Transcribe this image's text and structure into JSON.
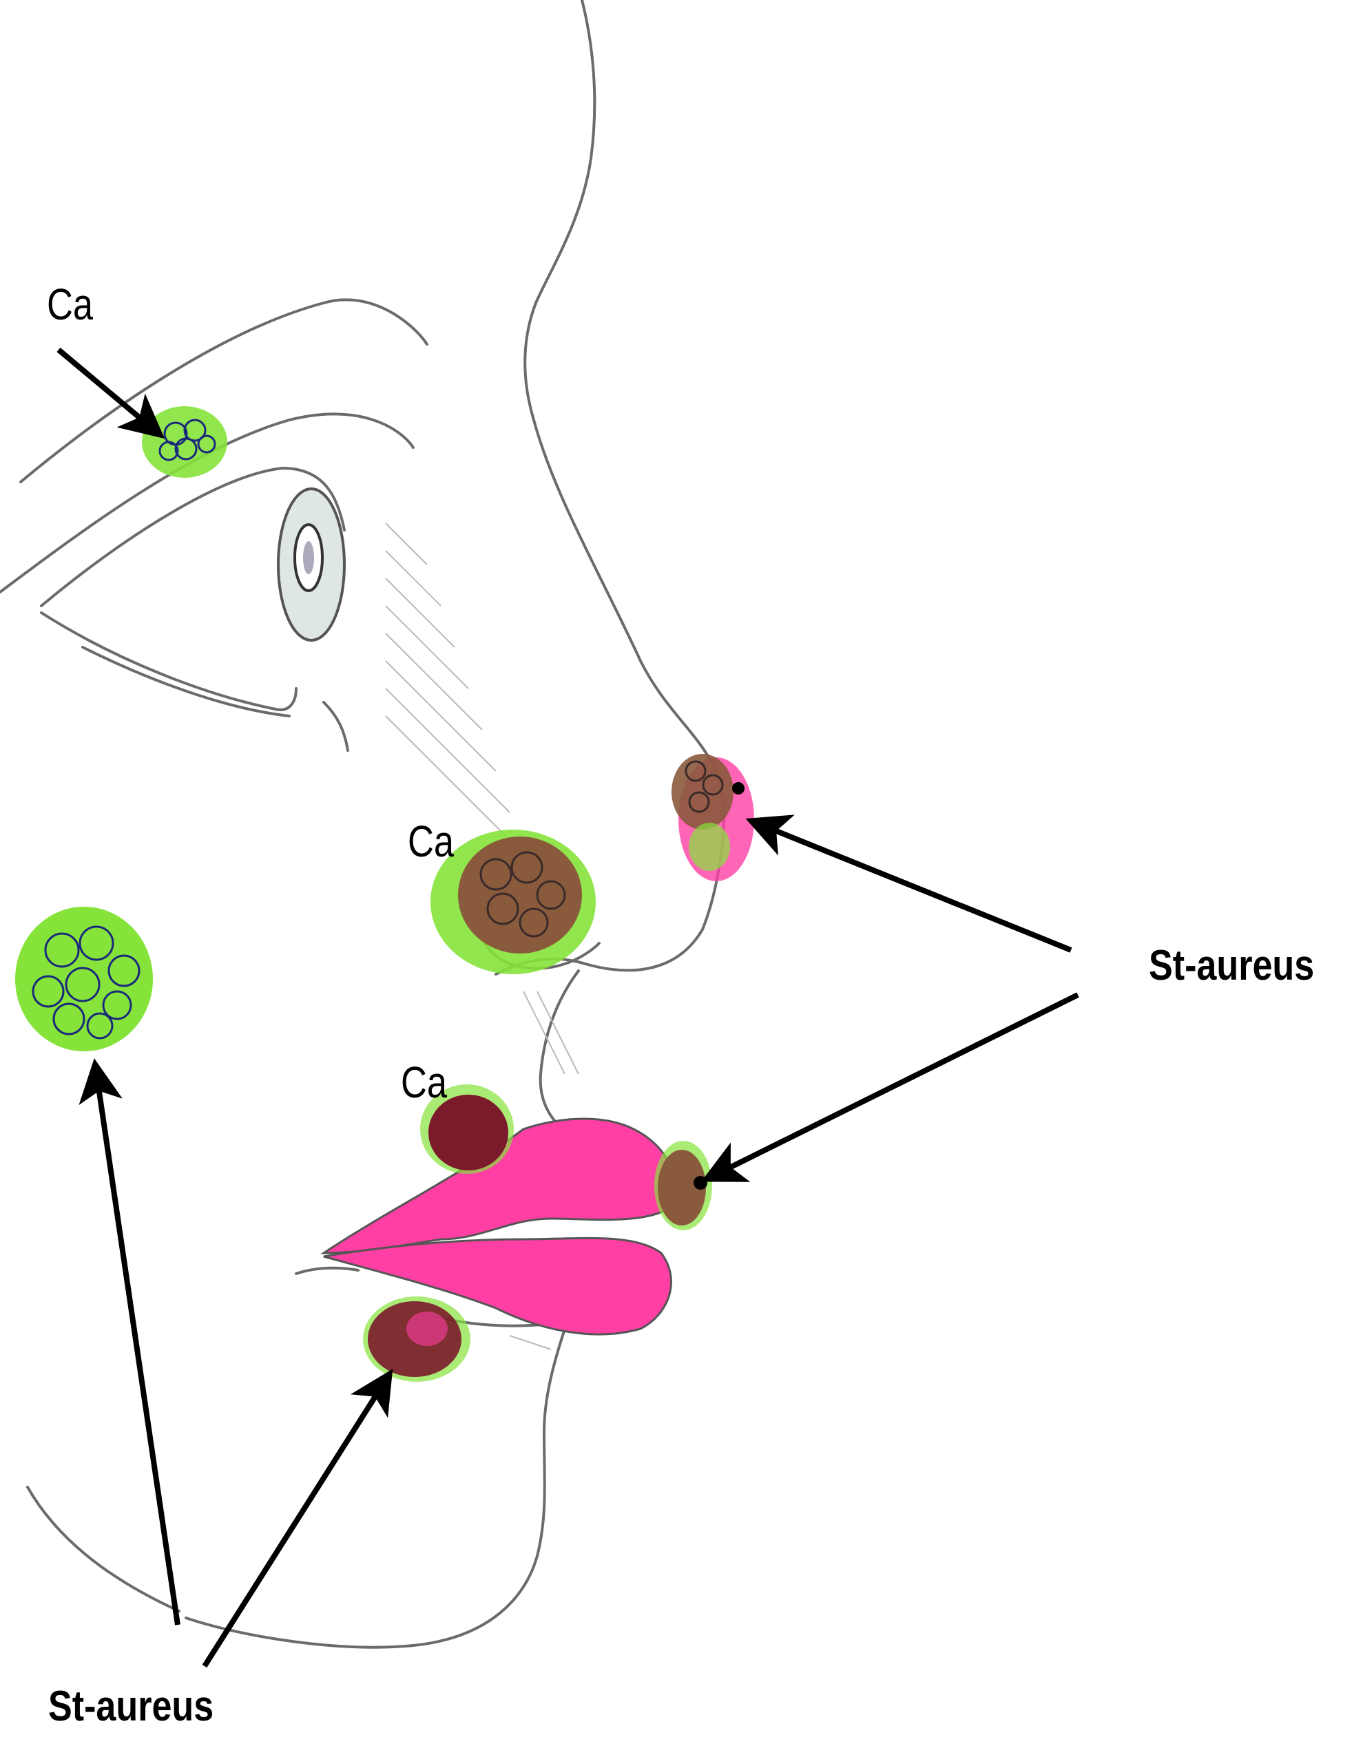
{
  "labels": {
    "ca_eye": "Ca",
    "ca_nostril": "Ca",
    "ca_lip": "Ca",
    "st_right": "St-aureus",
    "st_bottom": "St-aureus"
  },
  "colors": {
    "pencil": "#6b6b6b",
    "lesion_green": "#86e33a",
    "lesion_brown": "#8a5a3c",
    "lesion_darkred": "#7a1a2a",
    "lip_pink": "#ff3fa4",
    "pen_blue": "#1a2a7a",
    "arrow": "#000000"
  }
}
